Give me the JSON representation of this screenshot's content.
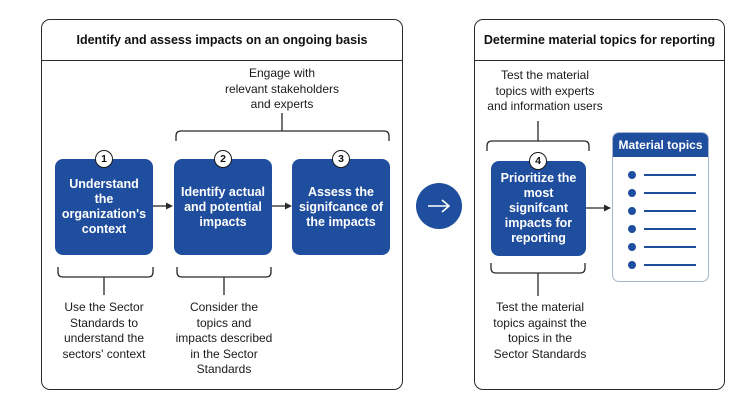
{
  "left_panel": {
    "title": "Identify and assess impacts on an ongoing basis",
    "top_note": "Engage with\nrelevant stakeholders\nand experts",
    "steps": [
      {
        "number": "1",
        "label": "Understand the\norganization's\ncontext"
      },
      {
        "number": "2",
        "label": "Identify actual\nand potential\nimpacts"
      },
      {
        "number": "3",
        "label": "Assess the\nsignifcance of\nthe impacts"
      }
    ],
    "bottom_notes": [
      "Use the Sector\nStandards to\nunderstand the\nsectors' context",
      "Consider the\ntopics and\nimpacts described\nin the Sector\nStandards"
    ]
  },
  "right_panel": {
    "title": "Determine material topics for reporting",
    "top_note": "Test the material\ntopics with experts\nand information users",
    "step": {
      "number": "4",
      "label": "Prioritize the\nmost signifcant\nimpacts for\nreporting"
    },
    "bottom_note": "Test the material\ntopics against the\ntopics in the\nSector Standards",
    "material_topics": {
      "title": "Material topics",
      "item_count": 6
    }
  },
  "colors": {
    "primary_blue": "#1f4e9e",
    "border": "#2a2a2a",
    "card_border": "#a9b6cf"
  },
  "connector_icon": "arrow-right-icon"
}
